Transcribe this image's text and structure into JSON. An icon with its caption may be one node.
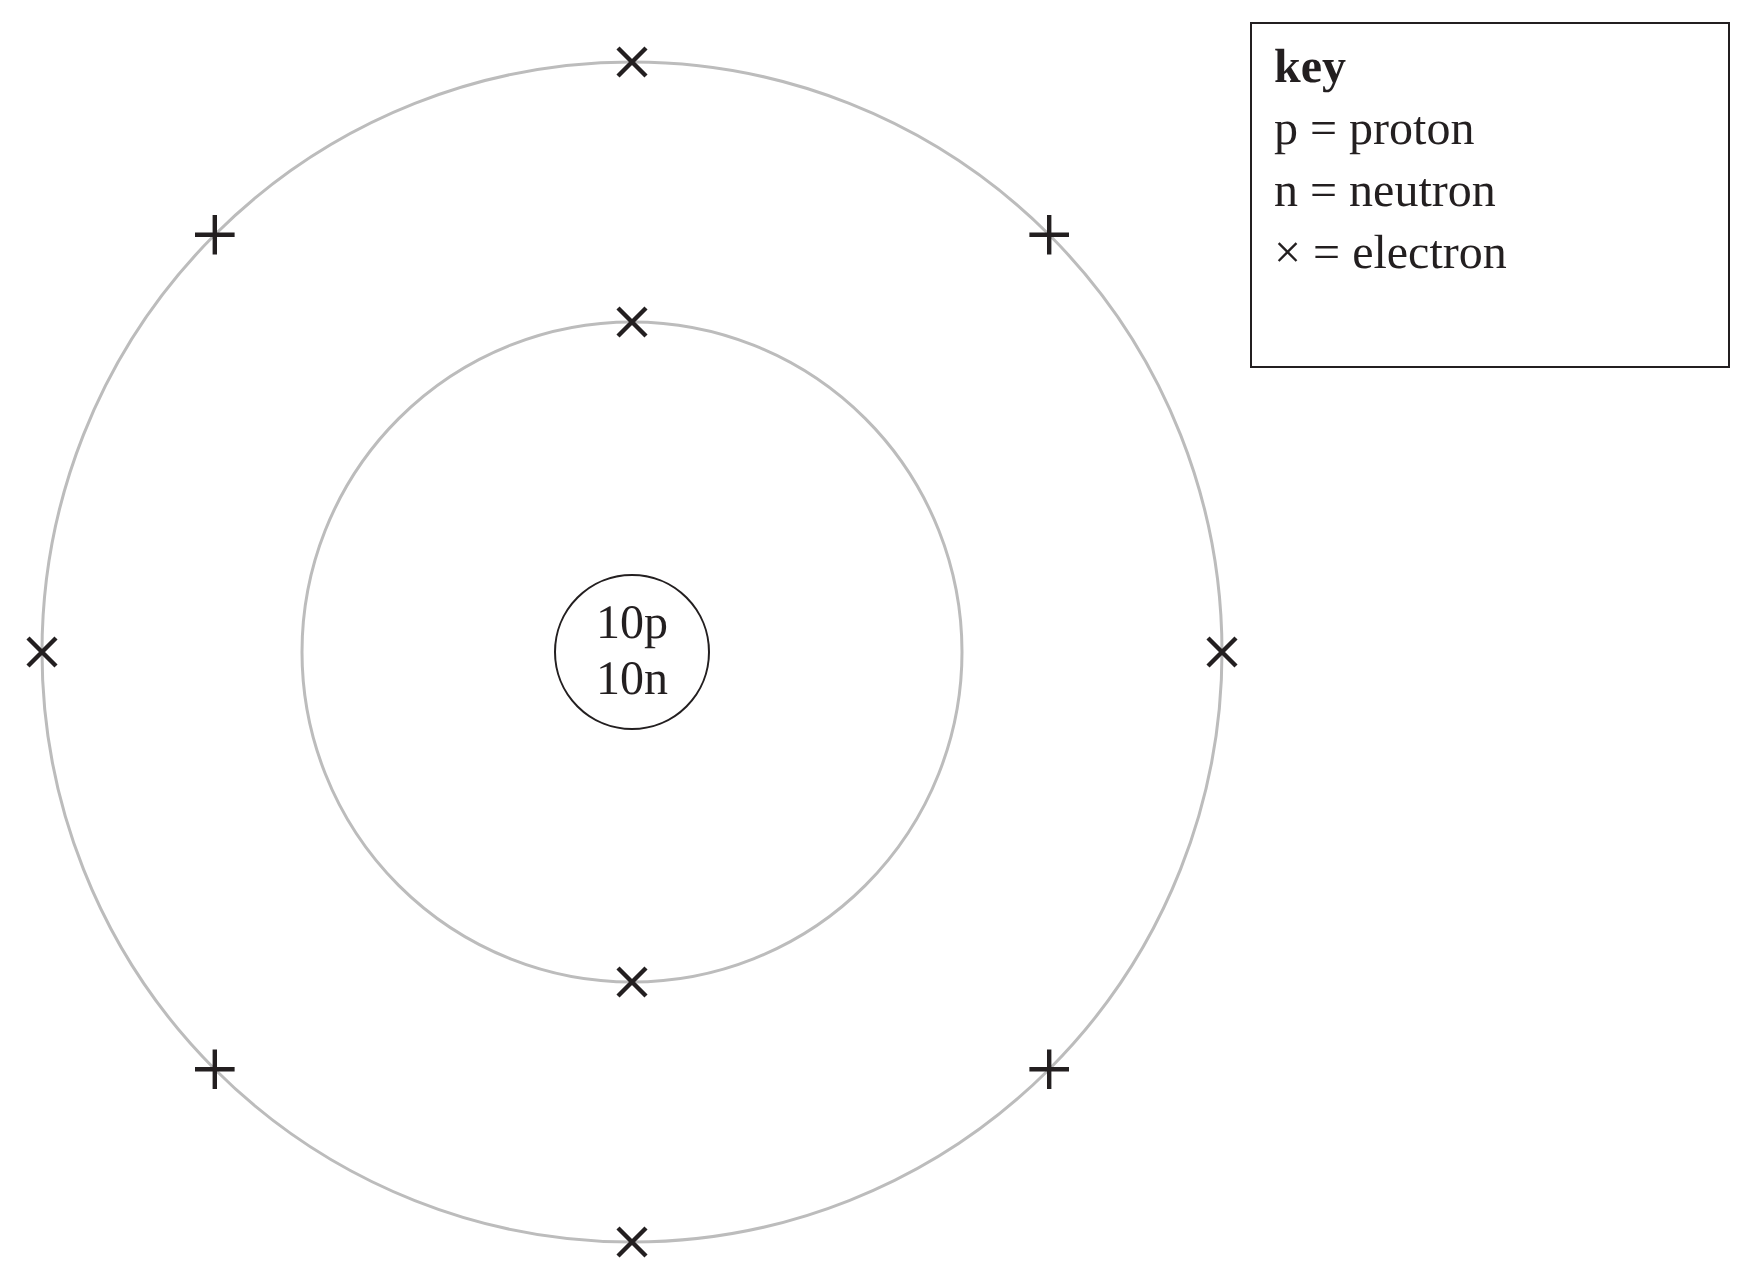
{
  "diagram": {
    "nodes": [
      {
        "text": [
          "10p 10n"
        ]
      },
      {
        "text": [
          "key",
          "p = proton",
          "n = neutron",
          "× = electron"
        ]
      }
    ]
  }
}
